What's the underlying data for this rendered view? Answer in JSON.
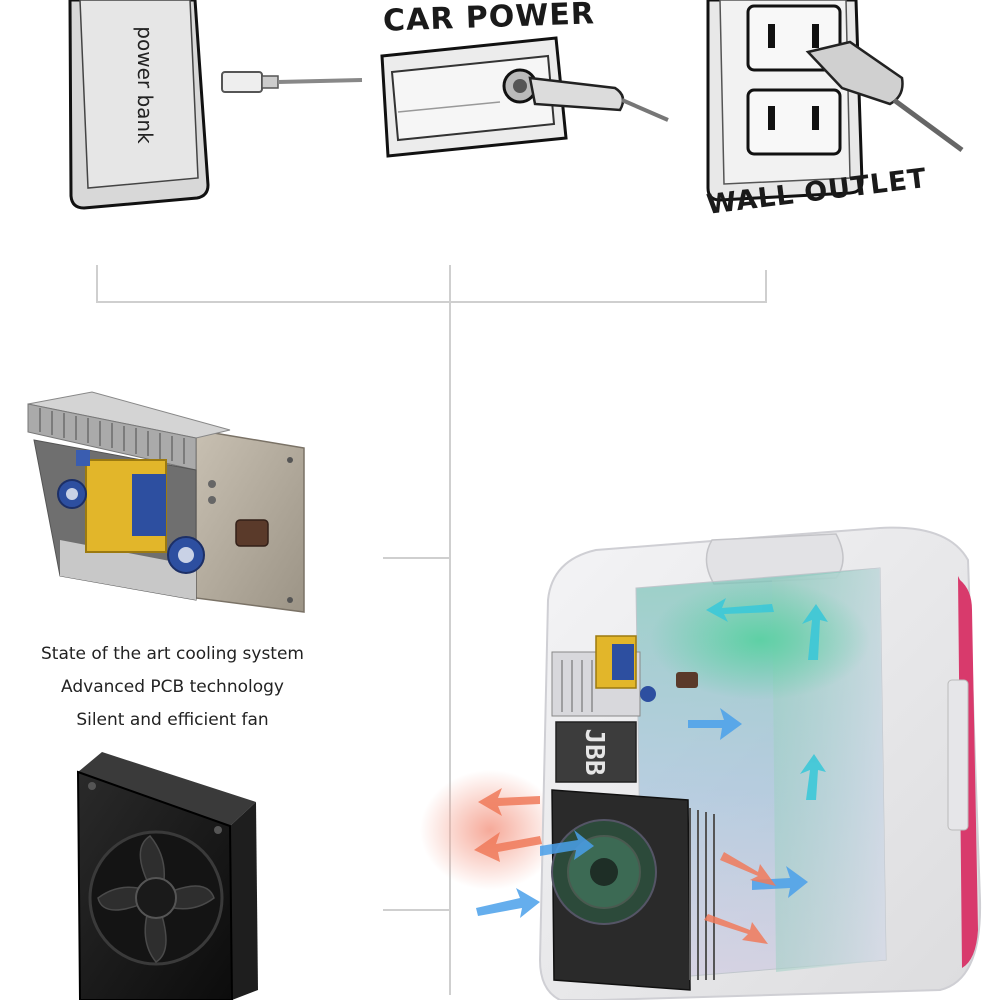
{
  "power_sources": {
    "power_bank_text": "power bank",
    "car_power_label": "CAR POWER",
    "wall_outlet_label": "WALL OUTLET"
  },
  "features": [
    "State of the art cooling system",
    "Advanced PCB technology",
    "Silent and efficient fan"
  ],
  "fridge_display_text": "JBB",
  "colors": {
    "airflow_cool": "#3cc8d8",
    "airflow_blue": "#4aa0ea",
    "airflow_hot": "#f07a5a",
    "pcb_transformer": "#e2b62a",
    "capacitor": "#2d4fa0",
    "fridge_accent": "#d83a6c",
    "connector_line": "#cfcfcf"
  }
}
